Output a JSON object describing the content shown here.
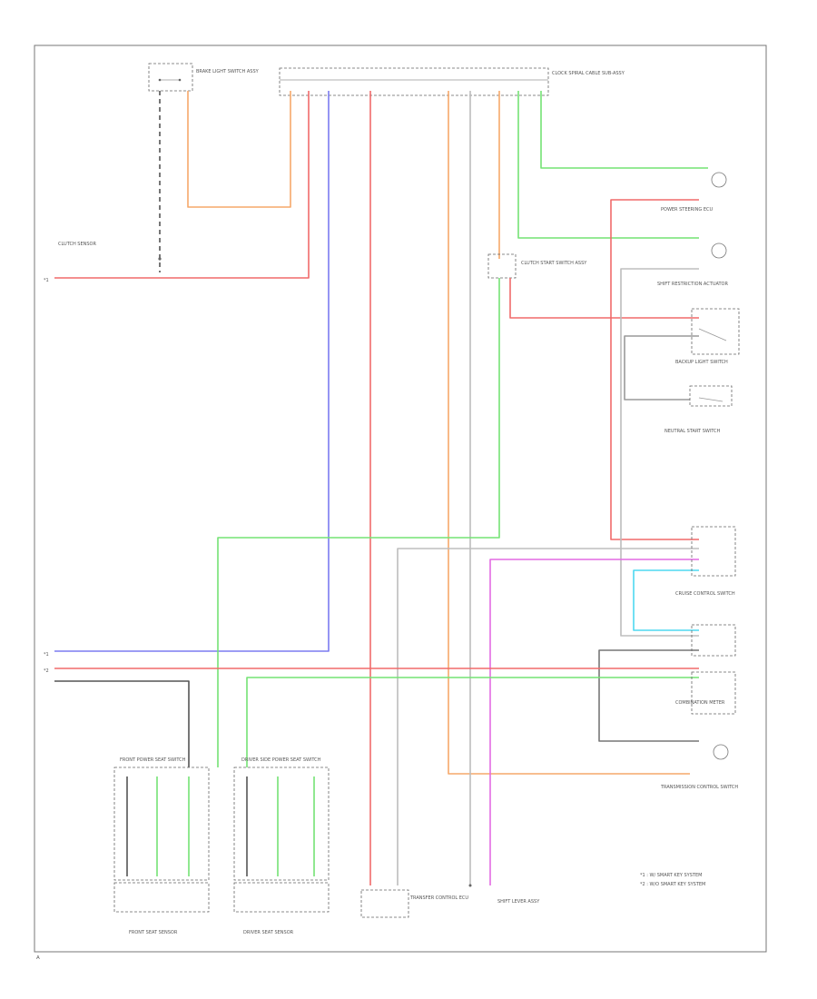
{
  "colors": {
    "red": "#f06a6a",
    "green": "#74e374",
    "blue": "#7b7bf0",
    "orange": "#f6a86a",
    "magenta": "#e36ae3",
    "cyan": "#4ed9f0",
    "gray": "#9a9a9a",
    "black": "#555555"
  },
  "components": {
    "top_switch": "BRAKE LIGHT SWITCH ASSY",
    "top_connector": "CLOCK SPIRAL CABLE SUB-ASSY",
    "left_sensor": "CLUTCH SENSOR",
    "mid_module": "CLUTCH START SWITCH ASSY",
    "r1": "POWER STEERING ECU",
    "r2": "SHIFT RESTRICTION ACTUATOR",
    "r3": "BACKUP LIGHT SWITCH",
    "r4": "NEUTRAL START SWITCH",
    "r5": "CRUISE CONTROL SWITCH",
    "r6": "COMBINATION METER",
    "r7": "TRANSMISSION CONTROL SWITCH",
    "b1": "FRONT POWER SEAT SWITCH",
    "b2": "DRIVER SIDE POWER SEAT SWITCH",
    "b3": "FRONT SEAT SENSOR",
    "b4": "DRIVER SEAT SENSOR",
    "b5": "TRANSFER CONTROL ECU",
    "b6": "SHIFT LEVER ASSY"
  },
  "legend": {
    "line1": "*1 : W/ SMART KEY SYSTEM",
    "line2": "*2 : W/O SMART KEY SYSTEM"
  },
  "side_labels": {
    "s1": "*1",
    "s2": "*2",
    "s3": "*1"
  },
  "footer": {
    "mark": "A"
  }
}
